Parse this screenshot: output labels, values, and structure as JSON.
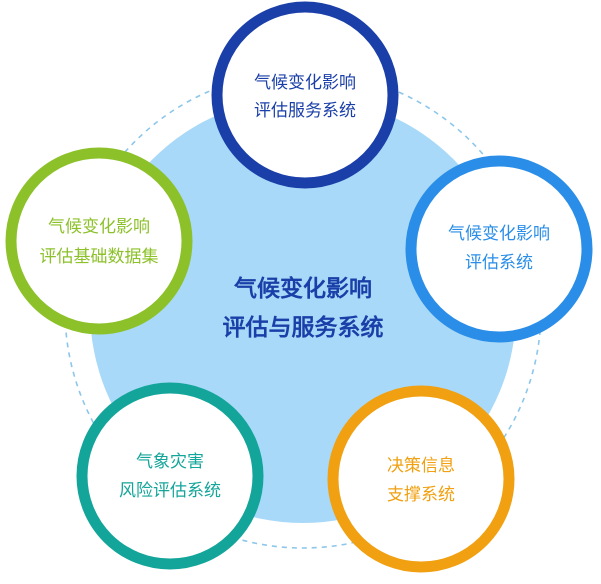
{
  "center": {
    "line1": "气候变化影响",
    "line2": "评估与服务系统"
  },
  "nodes": [
    {
      "id": "service",
      "line1": "气候变化影响",
      "line2": "评估服务系统",
      "color": "#1a3fa8"
    },
    {
      "id": "evaluation",
      "line1": "气候变化影响",
      "line2": "评估系统",
      "color": "#2a8ee8"
    },
    {
      "id": "decision",
      "line1": "决策信息",
      "line2": "支撑系统",
      "color": "#f0a010"
    },
    {
      "id": "disaster",
      "line1": "气象灾害",
      "line2": "风险评估系统",
      "color": "#14a59a"
    },
    {
      "id": "dataset",
      "line1": "气候变化影响",
      "line2": "评估基础数据集",
      "color": "#8cc12a"
    }
  ],
  "colors": {
    "hub_fill": "#a8d9f8",
    "dashed_ring": "#8cc6ea",
    "center_text": "#1a3fa8"
  }
}
